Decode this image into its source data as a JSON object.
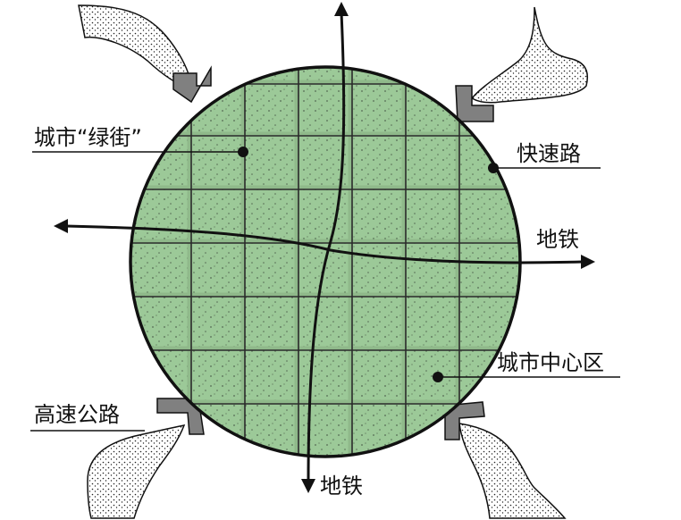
{
  "labels": {
    "green_street": "城市“绿街”",
    "expressway": "快速路",
    "subway_h": "地铁",
    "subway_v": "地铁",
    "city_center": "城市中心区",
    "highway": "高速公路"
  },
  "colors": {
    "circle_fill": "#9CC998",
    "circle_stroke": "#111111",
    "grid_line": "#8FB98A",
    "stipple": "#1a1a1a",
    "funnel_fill": "#ffffff",
    "arrow_fill": "#808080",
    "line": "#111111"
  },
  "icons": {
    "funnel": "stippled-traffic-funnel",
    "entry": "grey-entry-arrow",
    "marker": "dot-marker"
  }
}
